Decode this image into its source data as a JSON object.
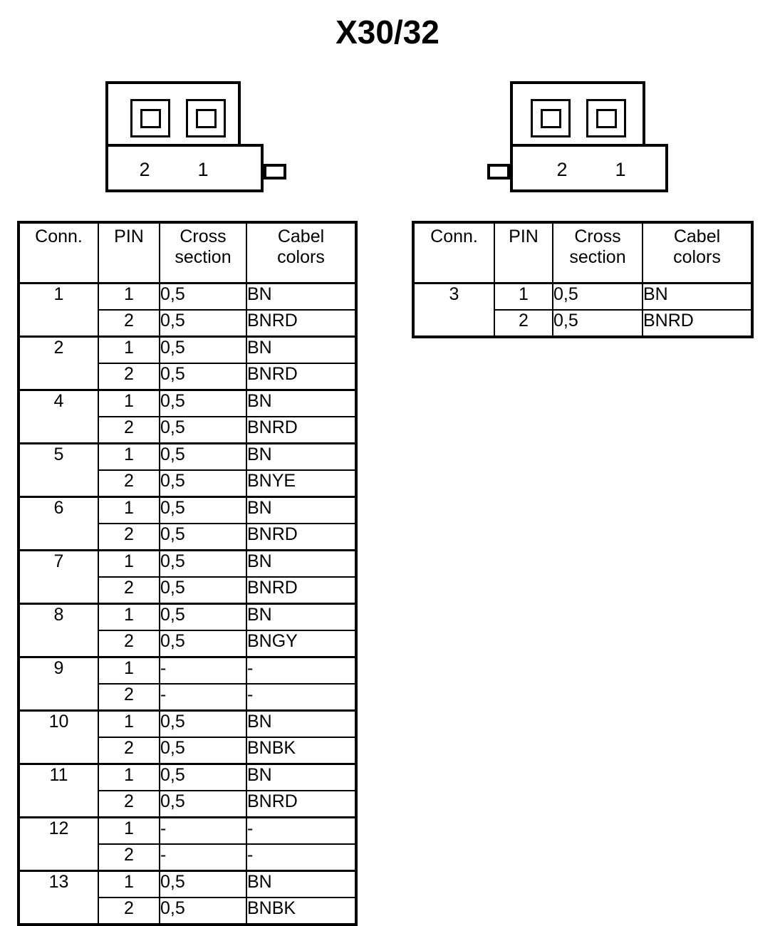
{
  "title": "X30/32",
  "connectors": [
    {
      "name": "connector-left",
      "tab_side": "right",
      "pin_labels": [
        "2",
        "1"
      ]
    },
    {
      "name": "connector-right",
      "tab_side": "left",
      "pin_labels": [
        "2",
        "1"
      ]
    }
  ],
  "tables": [
    {
      "name": "pin-table-left",
      "headers": [
        "Conn.",
        "PIN",
        "Cross section",
        "Cabel colors"
      ],
      "header_lines": [
        [
          "Conn."
        ],
        [
          "PIN"
        ],
        [
          "Cross",
          "section"
        ],
        [
          "Cabel",
          "colors"
        ]
      ],
      "groups": [
        {
          "conn": "1",
          "pins": [
            {
              "pin": "1",
              "cross_section": "0,5",
              "cabel_color": "BN"
            },
            {
              "pin": "2",
              "cross_section": "0,5",
              "cabel_color": "BNRD"
            }
          ]
        },
        {
          "conn": "2",
          "pins": [
            {
              "pin": "1",
              "cross_section": "0,5",
              "cabel_color": "BN"
            },
            {
              "pin": "2",
              "cross_section": "0,5",
              "cabel_color": "BNRD"
            }
          ]
        },
        {
          "conn": "4",
          "pins": [
            {
              "pin": "1",
              "cross_section": "0,5",
              "cabel_color": "BN"
            },
            {
              "pin": "2",
              "cross_section": "0,5",
              "cabel_color": "BNRD"
            }
          ]
        },
        {
          "conn": "5",
          "pins": [
            {
              "pin": "1",
              "cross_section": "0,5",
              "cabel_color": "BN"
            },
            {
              "pin": "2",
              "cross_section": "0,5",
              "cabel_color": "BNYE"
            }
          ]
        },
        {
          "conn": "6",
          "pins": [
            {
              "pin": "1",
              "cross_section": "0,5",
              "cabel_color": "BN"
            },
            {
              "pin": "2",
              "cross_section": "0,5",
              "cabel_color": "BNRD"
            }
          ]
        },
        {
          "conn": "7",
          "pins": [
            {
              "pin": "1",
              "cross_section": "0,5",
              "cabel_color": "BN"
            },
            {
              "pin": "2",
              "cross_section": "0,5",
              "cabel_color": "BNRD"
            }
          ]
        },
        {
          "conn": "8",
          "pins": [
            {
              "pin": "1",
              "cross_section": "0,5",
              "cabel_color": "BN"
            },
            {
              "pin": "2",
              "cross_section": "0,5",
              "cabel_color": "BNGY"
            }
          ]
        },
        {
          "conn": "9",
          "pins": [
            {
              "pin": "1",
              "cross_section": "-",
              "cabel_color": "-"
            },
            {
              "pin": "2",
              "cross_section": "-",
              "cabel_color": "-"
            }
          ]
        },
        {
          "conn": "10",
          "pins": [
            {
              "pin": "1",
              "cross_section": "0,5",
              "cabel_color": "BN"
            },
            {
              "pin": "2",
              "cross_section": "0,5",
              "cabel_color": "BNBK"
            }
          ]
        },
        {
          "conn": "11",
          "pins": [
            {
              "pin": "1",
              "cross_section": "0,5",
              "cabel_color": "BN"
            },
            {
              "pin": "2",
              "cross_section": "0,5",
              "cabel_color": "BNRD"
            }
          ]
        },
        {
          "conn": "12",
          "pins": [
            {
              "pin": "1",
              "cross_section": "-",
              "cabel_color": "-"
            },
            {
              "pin": "2",
              "cross_section": "-",
              "cabel_color": "-"
            }
          ]
        },
        {
          "conn": "13",
          "pins": [
            {
              "pin": "1",
              "cross_section": "0,5",
              "cabel_color": "BN"
            },
            {
              "pin": "2",
              "cross_section": "0,5",
              "cabel_color": "BNBK"
            }
          ]
        }
      ]
    },
    {
      "name": "pin-table-right",
      "headers": [
        "Conn.",
        "PIN",
        "Cross section",
        "Cabel colors"
      ],
      "header_lines": [
        [
          "Conn."
        ],
        [
          "PIN"
        ],
        [
          "Cross",
          "section"
        ],
        [
          "Cabel",
          "colors"
        ]
      ],
      "groups": [
        {
          "conn": "3",
          "pins": [
            {
              "pin": "1",
              "cross_section": "0,5",
              "cabel_color": "BN"
            },
            {
              "pin": "2",
              "cross_section": "0,5",
              "cabel_color": "BNRD"
            }
          ]
        }
      ]
    }
  ]
}
